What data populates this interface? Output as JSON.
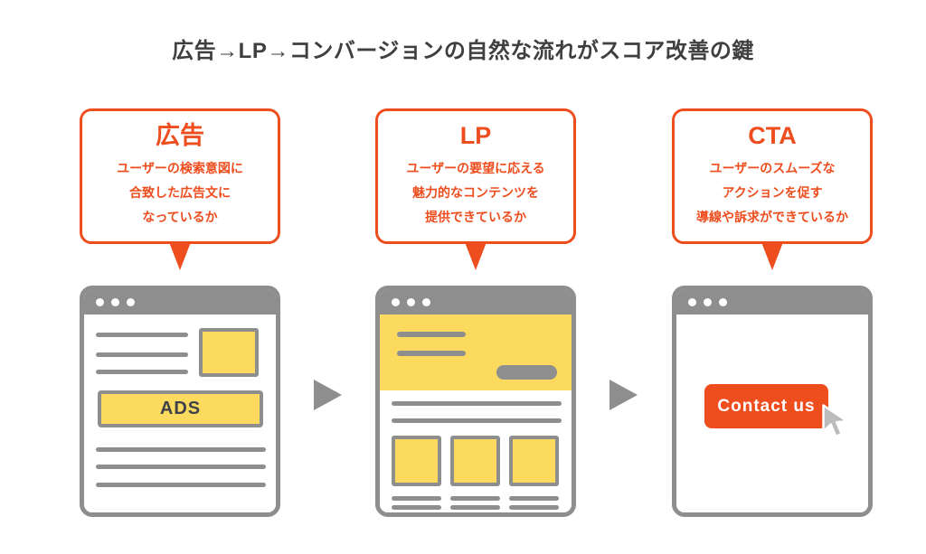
{
  "title": "広告→LP→コンバージョンの自然な流れがスコア改善の鍵",
  "bubbles": [
    {
      "heading": "広告",
      "lines": [
        "ユーザーの検索意図に",
        "合致した広告文に",
        "なっているか"
      ]
    },
    {
      "heading": "LP",
      "lines": [
        "ユーザーの要望に応える",
        "魅力的なコンテンツを",
        "提供できているか"
      ]
    },
    {
      "heading": "CTA",
      "lines": [
        "ユーザーのスムーズな",
        "アクションを促す",
        "導線や訴求ができているか"
      ]
    }
  ],
  "mockups": {
    "ad": {
      "banner_label": "ADS"
    },
    "cta": {
      "button_label": "Contact us"
    }
  },
  "icons": {
    "window_dots": "three white window dots",
    "flow_arrow": "right-pointing gray triangle",
    "cursor": "mouse pointer arrow"
  },
  "colors": {
    "accent_orange": "#EE4D1E",
    "highlight_yellow": "#FBDA5E",
    "neutral_gray": "#8E8E8E",
    "title_text": "#3F3F3F",
    "ads_text": "#3E4149"
  }
}
